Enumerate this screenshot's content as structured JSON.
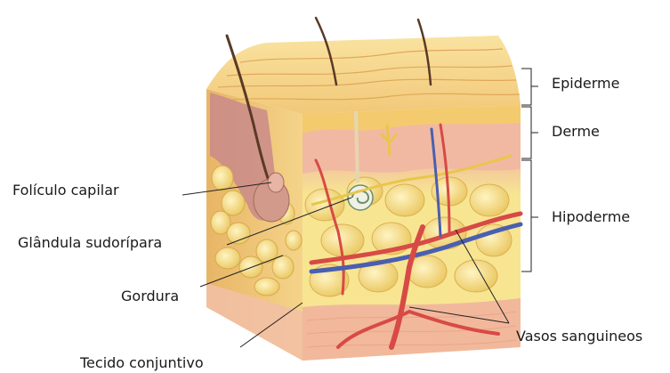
{
  "labels": {
    "epiderme": "Epiderme",
    "derme": "Derme",
    "hipoderme": "Hipoderme",
    "foliculo": "Folículo capilar",
    "glandula": "Glândula sudorípara",
    "gordura": "Gordura",
    "tecido": "Tecido conjuntivo",
    "vasos": "Vasos sanguineos"
  },
  "colors": {
    "epidermis": "#f4d27a",
    "dermis": "#f2b9a4",
    "fat": "#f7e592",
    "connective": "#f4c0a0",
    "artery": "#d84a45",
    "vein": "#4a5fb0",
    "hair": "#5a3a25"
  }
}
